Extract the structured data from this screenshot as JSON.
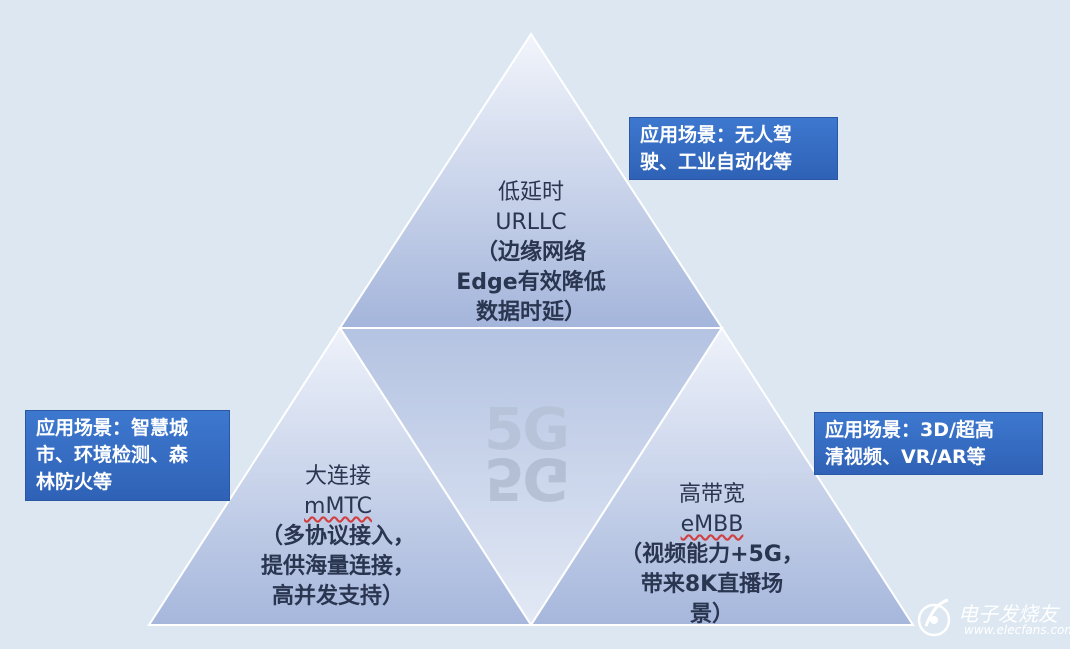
{
  "top": {
    "lines": [
      "低延时",
      "URLLC",
      "（边缘网络",
      "Edge有效降低",
      "数据时延）"
    ]
  },
  "left": {
    "lines": [
      "大连接",
      "mMTC",
      "（多协议接入，",
      "提供海量连接，",
      "高并发支持）"
    ]
  },
  "right": {
    "lines": [
      "高带宽",
      "eMBB",
      "（视频能力+5G，",
      "带来8K直播场",
      "景）"
    ]
  },
  "center_logo": "5G",
  "callouts": {
    "top_right": [
      "应用场景：无人驾",
      "驶、工业自动化等"
    ],
    "left": [
      "应用场景：智慧城",
      "市、环境检测、森",
      "林防火等"
    ],
    "right": [
      "应用场景：3D/超高",
      "清视频、VR/AR等"
    ]
  },
  "watermark": {
    "cn": "电子发烧友",
    "en": "www.elecfans.com"
  },
  "colors": {
    "background": "#dce7f2",
    "triangle_light": "#e9eef8",
    "triangle_dark": "#a7b8dc",
    "callout": "#2f62b6"
  }
}
